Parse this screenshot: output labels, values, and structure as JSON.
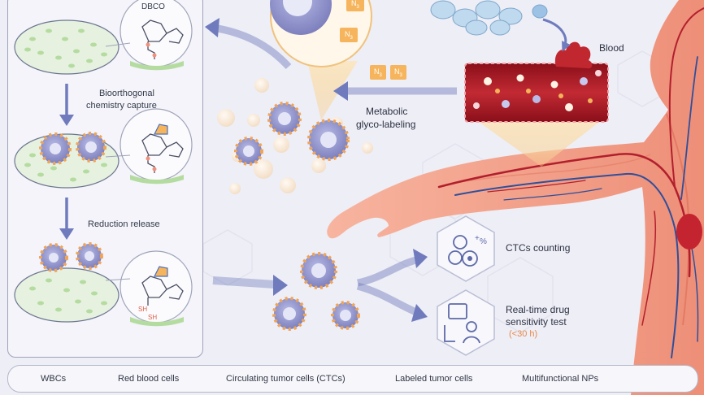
{
  "diagram": {
    "left_panel": {
      "dbco_label": "DBCO",
      "step1_label_line1": "Bioorthogonal",
      "step1_label_line2": "chemistry capture",
      "step2_label": "Reduction release",
      "sh_label_1": "SH",
      "sh_label_2": "SH"
    },
    "blood_label": "Blood",
    "metabolic_label_line1": "Metabolic",
    "metabolic_label_line2": "glyco-labeling",
    "azide_symbol": "N",
    "azide_sub": "3",
    "outputs": [
      {
        "label": "CTCs counting"
      },
      {
        "label_line1": "Real-time drug",
        "label_line2": "sensitivity test",
        "note": "(<30 h)"
      }
    ],
    "legend": [
      {
        "label": "WBCs",
        "icon": "wbc-icon"
      },
      {
        "label": "Red blood cells",
        "icon": "rbc-icon"
      },
      {
        "label": "Circulating tumor cells (CTCs)",
        "icon": "ctc-icon"
      },
      {
        "label": "Labeled tumor cells",
        "icon": "labeled-cell-icon"
      },
      {
        "label": "Multifunctional NPs",
        "icon": "np-icon"
      }
    ],
    "colors": {
      "panel_border": "#9ea3b8",
      "arrow": "#6f7bbd",
      "np_green": "#b5dca0",
      "ctc_purple": "#8d90c9",
      "label_orange": "#f0a455",
      "blood_red": "#b01c27",
      "skin": "#f2a58e",
      "note_orange": "#e9894a"
    }
  }
}
